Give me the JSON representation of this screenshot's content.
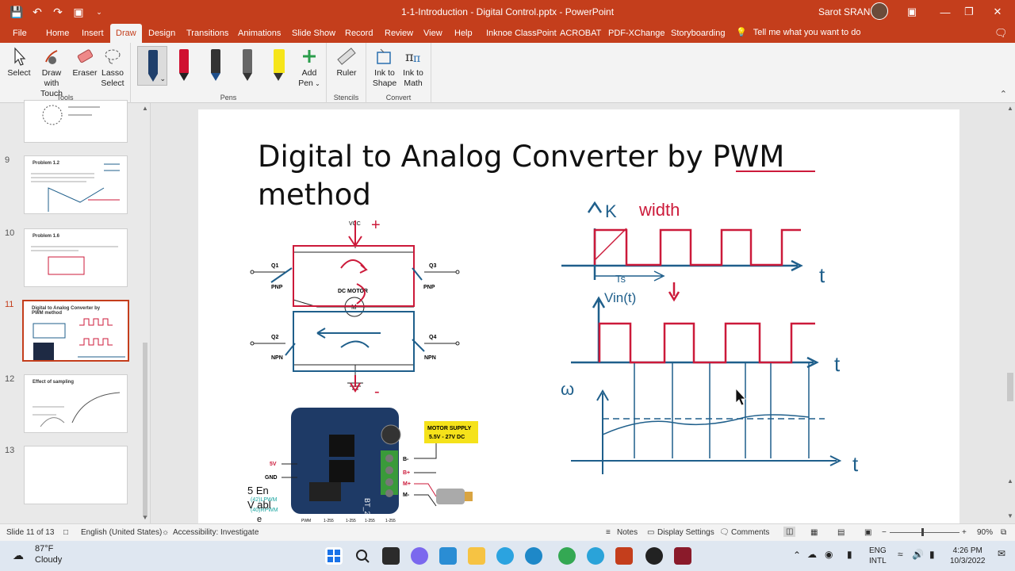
{
  "window": {
    "doc_title": "1-1-Introduction - Digital Control.pptx  -  PowerPoint",
    "user_name": "Sarot SRANG"
  },
  "tabs": [
    "File",
    "Home",
    "Insert",
    "Draw",
    "Design",
    "Transitions",
    "Animations",
    "Slide Show",
    "Record",
    "Review",
    "View",
    "Help",
    "Inknoe ClassPoint",
    "ACROBAT",
    "PDF-XChange",
    "Storyboarding"
  ],
  "active_tab": "Draw",
  "tell_me": "Tell me what you want to do",
  "ribbon": {
    "tools": {
      "label": "Tools",
      "select": "Select",
      "draw_touch_1": "Draw with",
      "draw_touch_2": "Touch",
      "eraser": "Eraser",
      "lasso_1": "Lasso",
      "lasso_2": "Select"
    },
    "pens": {
      "label": "Pens",
      "add_pen_1": "Add",
      "add_pen_2": "Pen"
    },
    "stencils": {
      "label": "Stencils",
      "ruler": "Ruler"
    },
    "convert": {
      "label": "Convert",
      "ink_shape_1": "Ink to",
      "ink_shape_2": "Shape",
      "ink_math_1": "Ink to",
      "ink_math_2": "Math"
    }
  },
  "thumbnails": [
    {
      "num": "9",
      "title": "Problem 1.2"
    },
    {
      "num": "10",
      "title": "Problem 1.6"
    },
    {
      "num": "11",
      "title": "Digital to Analog Converter by PWM method"
    },
    {
      "num": "12",
      "title": "Effect of sampling"
    },
    {
      "num": "13",
      "title": ""
    }
  ],
  "slide": {
    "title_line1": "Digital to Analog Converter by PWM",
    "title_line2": "method",
    "circuit": {
      "vcc": "VCC",
      "q1": "Q1",
      "q2": "Q2",
      "q3": "Q3",
      "q4": "Q4",
      "pnp": "PNP",
      "npn": "NPN",
      "motor": "DC MOTOR",
      "m": "M"
    },
    "board": {
      "motor_supply_1": "MOTOR SUPPLY",
      "motor_supply_2": "5.5V - 27V DC",
      "pins": [
        "B-",
        "B+",
        "M+",
        "M-"
      ],
      "left_pins": [
        "5V",
        "GND"
      ],
      "lpwm": "(42)LPWM",
      "rpwm": "(40)RPWM",
      "chip_label": "BT_2",
      "bottom": [
        "PWM",
        "1-255",
        "1-255",
        "1-255",
        "1-255"
      ]
    },
    "ink": {
      "plus": "+",
      "minus": "-",
      "k": "K",
      "width": "width",
      "ts": "Ts",
      "t": "t",
      "vin": "Vin(t)",
      "omega": "ω",
      "en_1": "5 En",
      "en_2": "V abl",
      "en_3": "e"
    }
  },
  "status": {
    "slide_info": "Slide 11 of 13",
    "language": "English (United States)",
    "accessibility": "Accessibility: Investigate",
    "notes": "Notes",
    "display": "Display Settings",
    "comments": "Comments",
    "zoom": "90%"
  },
  "taskbar": {
    "temp": "87°F",
    "weather": "Cloudy",
    "lang_1": "ENG",
    "lang_2": "INTL",
    "time": "4:26 PM",
    "date": "10/3/2022"
  },
  "colors": {
    "accent": "#c43e1c",
    "ink_blue": "#1f5f8b",
    "ink_red": "#cc1a3a",
    "ink_teal": "#1aa5a0"
  }
}
